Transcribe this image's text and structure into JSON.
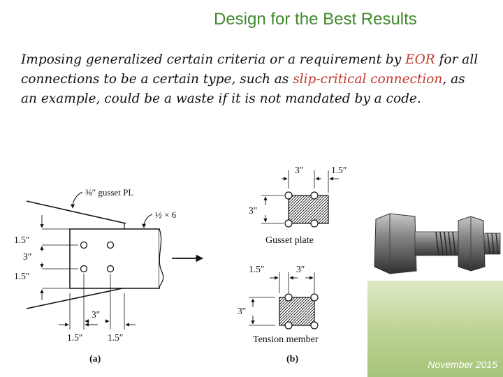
{
  "slide": {
    "title": "Design for the Best Results",
    "paragraph": {
      "part1": "Imposing generalized certain criteria or a requirement by ",
      "eor": "EOR",
      "part2": " for all connections to be a certain type, such as ",
      "slip": "slip-critical connection",
      "part3": ", as an example, could be a waste if it is not mandated by a code."
    },
    "footer_date": "November 2015"
  },
  "figure_a": {
    "gusset_label": "⅜″ gusset PL",
    "angle_label": "½ × 6",
    "dim_top": "1.5″",
    "dim_mid": "3″",
    "dim_bot": "1.5″",
    "dim_pitch": "3″",
    "dim_left": "1.5″",
    "dim_right": "1.5″",
    "caption": "(a)"
  },
  "figure_b": {
    "top_dim_a": "3″",
    "top_dim_b": "1.5″",
    "top_side": "3″",
    "gusset_caption": "Gusset plate",
    "bot_dim_a": "1.5″",
    "bot_dim_b": "3″",
    "bot_side": "3″",
    "tension_caption": "Tension member",
    "caption": "(b)"
  },
  "colors": {
    "title": "#3f8a2c",
    "highlight": "#c0392b",
    "footer": "#b9d08d"
  }
}
